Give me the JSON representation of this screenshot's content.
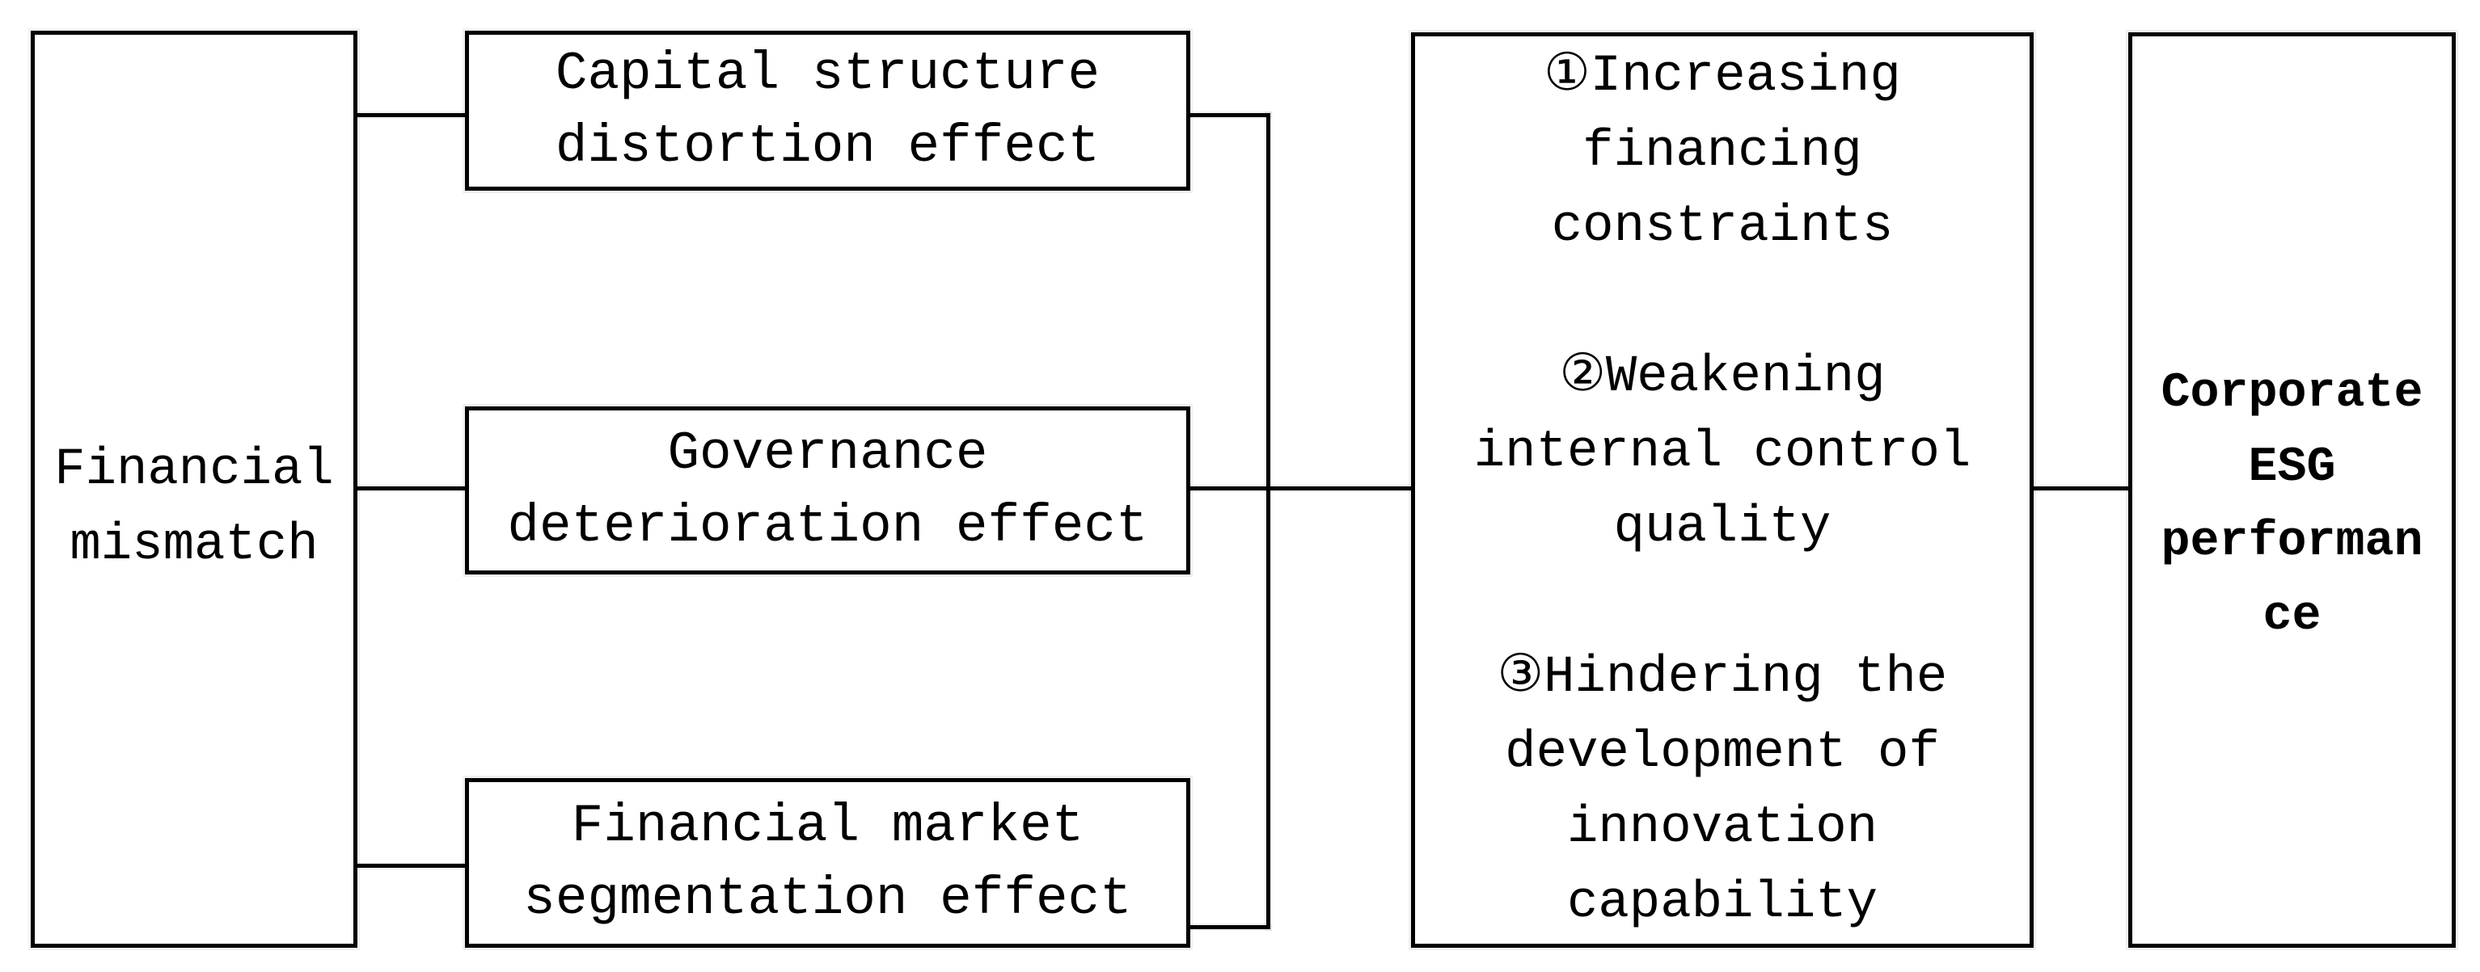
{
  "diagram": {
    "cause": {
      "label": "Financial\nmismatch"
    },
    "effects": [
      {
        "id": "capital-structure",
        "label": "Capital structure\ndistortion effect"
      },
      {
        "id": "governance",
        "label": "Governance\ndeterioration effect"
      },
      {
        "id": "market-segmentation",
        "label": "Financial market\nsegmentation effect"
      }
    ],
    "mechanisms": {
      "items": [
        "①Increasing\nfinancing\nconstraints",
        "②Weakening\ninternal control\nquality",
        "③Hindering the\ndevelopment of\ninnovation\ncapability"
      ]
    },
    "outcome": {
      "label": "Corporate\nESG\nperforman\nce"
    },
    "colors": {
      "line": "#000000",
      "background": "#ffffff"
    }
  }
}
